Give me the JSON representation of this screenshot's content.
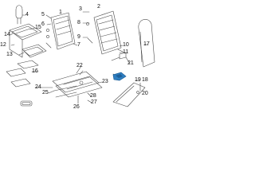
{
  "diagram": {
    "colors": {
      "line": "#4a4a4a",
      "highlight": "#2f7fc1",
      "highlight_dark": "#1d5f99",
      "text": "#111111"
    },
    "callouts": {
      "c1": "1",
      "c2": "2",
      "c3": "3",
      "c4": "4",
      "c5": "5",
      "c6": "6",
      "c7": "7",
      "c8": "8",
      "c9": "9",
      "c10": "10",
      "c11": "11",
      "c12": "12",
      "c13": "13",
      "c14": "14",
      "c15": "15",
      "c16": "16",
      "c17": "17",
      "c18": "18",
      "c19": "19",
      "c20": "20",
      "c21": "21",
      "c22": "22",
      "c23": "23",
      "c24": "24",
      "c25": "25",
      "c26": "26",
      "c27": "27",
      "c28": "28"
    }
  }
}
